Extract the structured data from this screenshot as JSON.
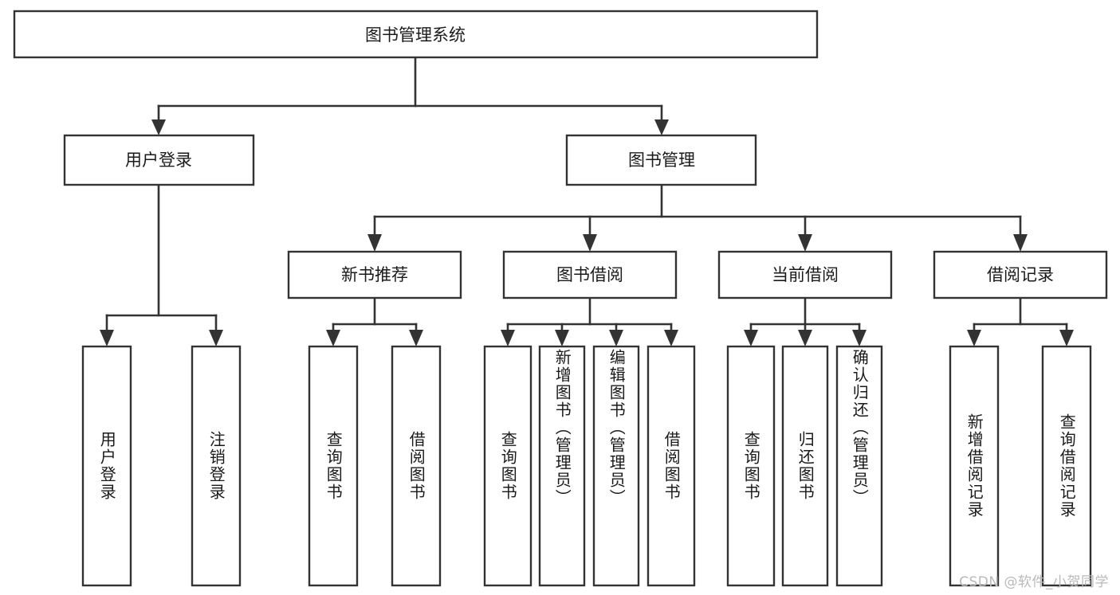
{
  "diagram": {
    "title": "图书管理系统",
    "type": "tree",
    "orientation": "top-down",
    "colors": {
      "box_fill": "#ffffff",
      "box_stroke": "#333333",
      "text": "#1a1a1a",
      "background": "#ffffff",
      "watermark": "#b9b9b9"
    },
    "root": {
      "label": "图书管理系统"
    },
    "level2": [
      {
        "label": "用户登录"
      },
      {
        "label": "图书管理"
      }
    ],
    "level3": [
      {
        "label": "新书推荐"
      },
      {
        "label": "图书借阅"
      },
      {
        "label": "当前借阅"
      },
      {
        "label": "借阅记录"
      }
    ],
    "leaves": {
      "user_login": [
        {
          "label": "用户登录"
        },
        {
          "label": "注销登录"
        }
      ],
      "new_book_recommend": [
        {
          "label": "查询图书"
        },
        {
          "label": "借阅图书"
        }
      ],
      "book_borrow": [
        {
          "label": "查询图书"
        },
        {
          "label": "新增图书（管理员）"
        },
        {
          "label": "编辑图书（管理员）"
        },
        {
          "label": "借阅图书"
        }
      ],
      "current_borrow": [
        {
          "label": "查询图书"
        },
        {
          "label": "归还图书"
        },
        {
          "label": "确认归还（管理员）"
        }
      ],
      "borrow_record": [
        {
          "label": "新增借阅记录"
        },
        {
          "label": "查询借阅记录"
        }
      ]
    }
  },
  "watermark": {
    "text": "CSDN @软件_小贺同学"
  }
}
